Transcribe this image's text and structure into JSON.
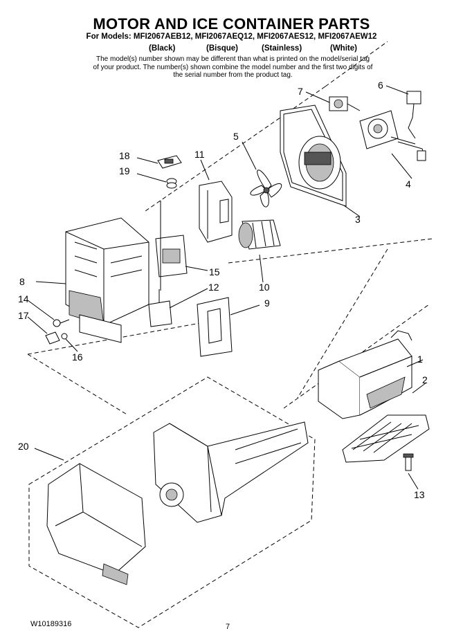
{
  "header": {
    "title": "MOTOR AND ICE CONTAINER PARTS",
    "models_line": "For Models: MFI2067AEB12, MFI2067AEQ12, MFI2067AES12, MFI2067AEW12",
    "colors": [
      "(Black)",
      "(Bisque)",
      "(Stainless)",
      "(White)"
    ],
    "note": "The model(s) number shown may be different than what is printed on the model/serial tag of your product. The number(s) shown combine the model number and the first two digits of the serial number from the product tag."
  },
  "callouts": {
    "c1": "1",
    "c2": "2",
    "c3": "3",
    "c4": "4",
    "c5": "5",
    "c6": "6",
    "c7": "7",
    "c8": "8",
    "c9": "9",
    "c10": "10",
    "c11": "11",
    "c12": "12",
    "c13": "13",
    "c14": "14",
    "c15": "15",
    "c16": "16",
    "c17": "17",
    "c18": "18",
    "c19": "19",
    "c20": "20"
  },
  "footer": {
    "code": "W10189316",
    "page": "7"
  }
}
